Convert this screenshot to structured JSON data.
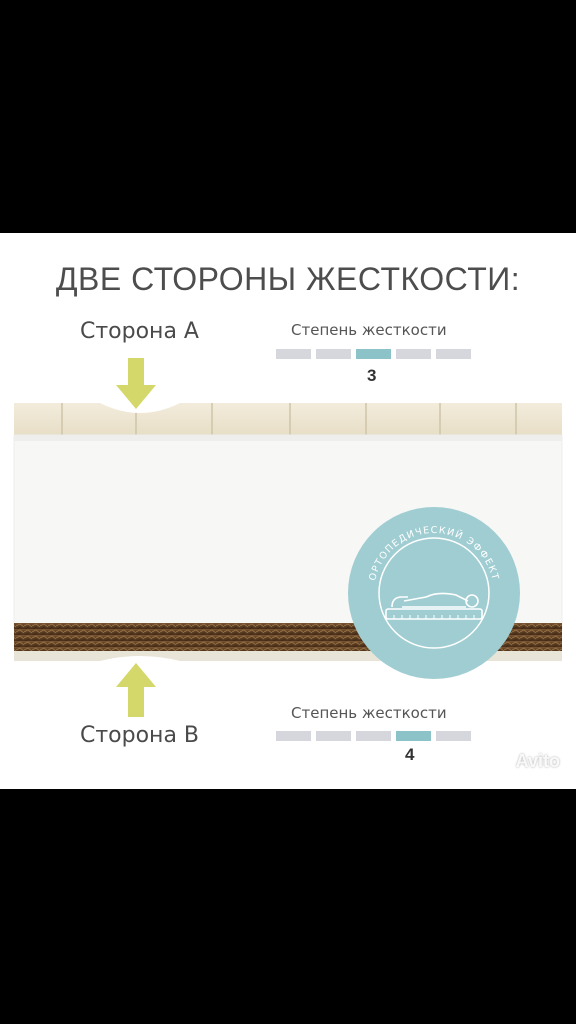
{
  "title": "ДВЕ СТОРОНЫ ЖЕСТКОСТИ:",
  "side_a": {
    "label": "Сторона А",
    "stiffness_label": "Степень жесткости",
    "stiffness_value": "3",
    "active_segment": 3,
    "segments": 5
  },
  "side_b": {
    "label": "Сторона В",
    "stiffness_label": "Степень жесткости",
    "stiffness_value": "4",
    "active_segment": 4,
    "segments": 5
  },
  "badge": {
    "text": "ОРТОПЕДИЧЕСКИЙ ЭФФЕКТ",
    "icon": "person-lying-on-mattress-icon"
  },
  "watermark": "Avito",
  "colors": {
    "arrow": "#d4d86a",
    "accent": "#8cc3c9",
    "inactive": "#d6d6dd",
    "coconut": "#6b4a2b"
  }
}
